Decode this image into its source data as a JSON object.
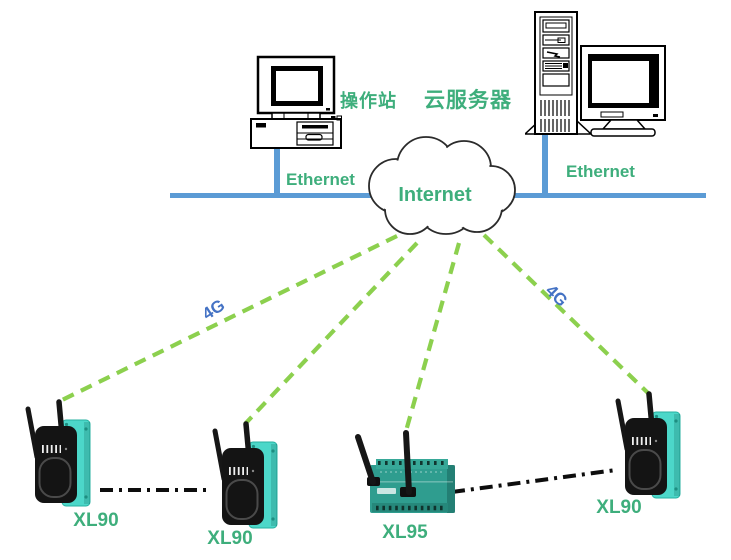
{
  "colors": {
    "label_green": "#3EAE7C",
    "bus_blue": "#5B9BD5",
    "cellular_green": "#8CD04E",
    "cellular_label_blue": "#4472C4",
    "xl90_teal": "#4CD7C9",
    "xl95_teal": "#2F9D8F",
    "link_black": "#0D0D0D"
  },
  "nodes": {
    "workstation": {
      "label": "操作站"
    },
    "cloud_server": {
      "label": "云服务器"
    },
    "internet": {
      "label": "Internet"
    },
    "devices": [
      {
        "model": "XL90",
        "label": "XL90"
      },
      {
        "model": "XL90",
        "label": "XL90"
      },
      {
        "model": "XL95",
        "label": "XL95"
      },
      {
        "model": "XL90",
        "label": "XL90"
      }
    ]
  },
  "links": {
    "ethernet_left": {
      "label": "Ethernet"
    },
    "ethernet_right": {
      "label": "Ethernet"
    },
    "cellular_left": {
      "label": "4G"
    },
    "cellular_right": {
      "label": "4G"
    }
  }
}
